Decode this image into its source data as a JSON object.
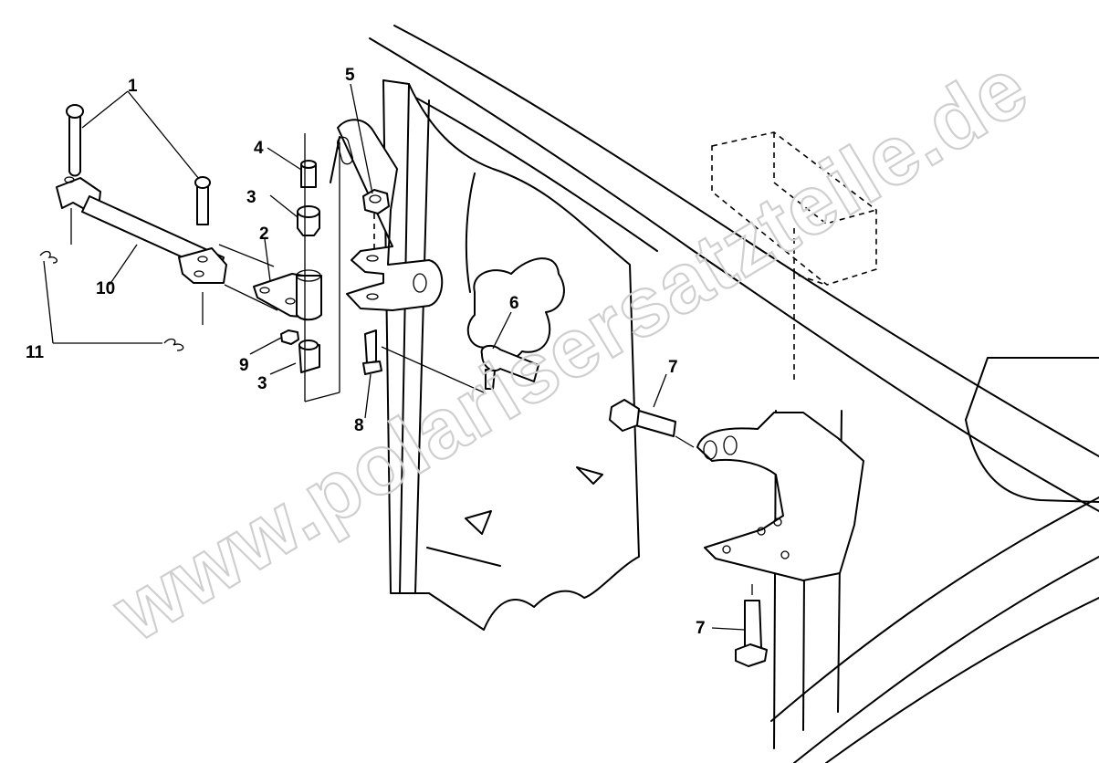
{
  "diagram": {
    "watermark": "www.polarisersatzteile.de",
    "callouts": [
      {
        "id": "c1",
        "label": "1"
      },
      {
        "id": "c2",
        "label": "2"
      },
      {
        "id": "c3a",
        "label": "3"
      },
      {
        "id": "c3b",
        "label": "3"
      },
      {
        "id": "c4",
        "label": "4"
      },
      {
        "id": "c5",
        "label": "5"
      },
      {
        "id": "c6",
        "label": "6"
      },
      {
        "id": "c7a",
        "label": "7"
      },
      {
        "id": "c7b",
        "label": "7"
      },
      {
        "id": "c8",
        "label": "8"
      },
      {
        "id": "c9",
        "label": "9"
      },
      {
        "id": "c10",
        "label": "10"
      },
      {
        "id": "c11",
        "label": "11"
      }
    ]
  }
}
